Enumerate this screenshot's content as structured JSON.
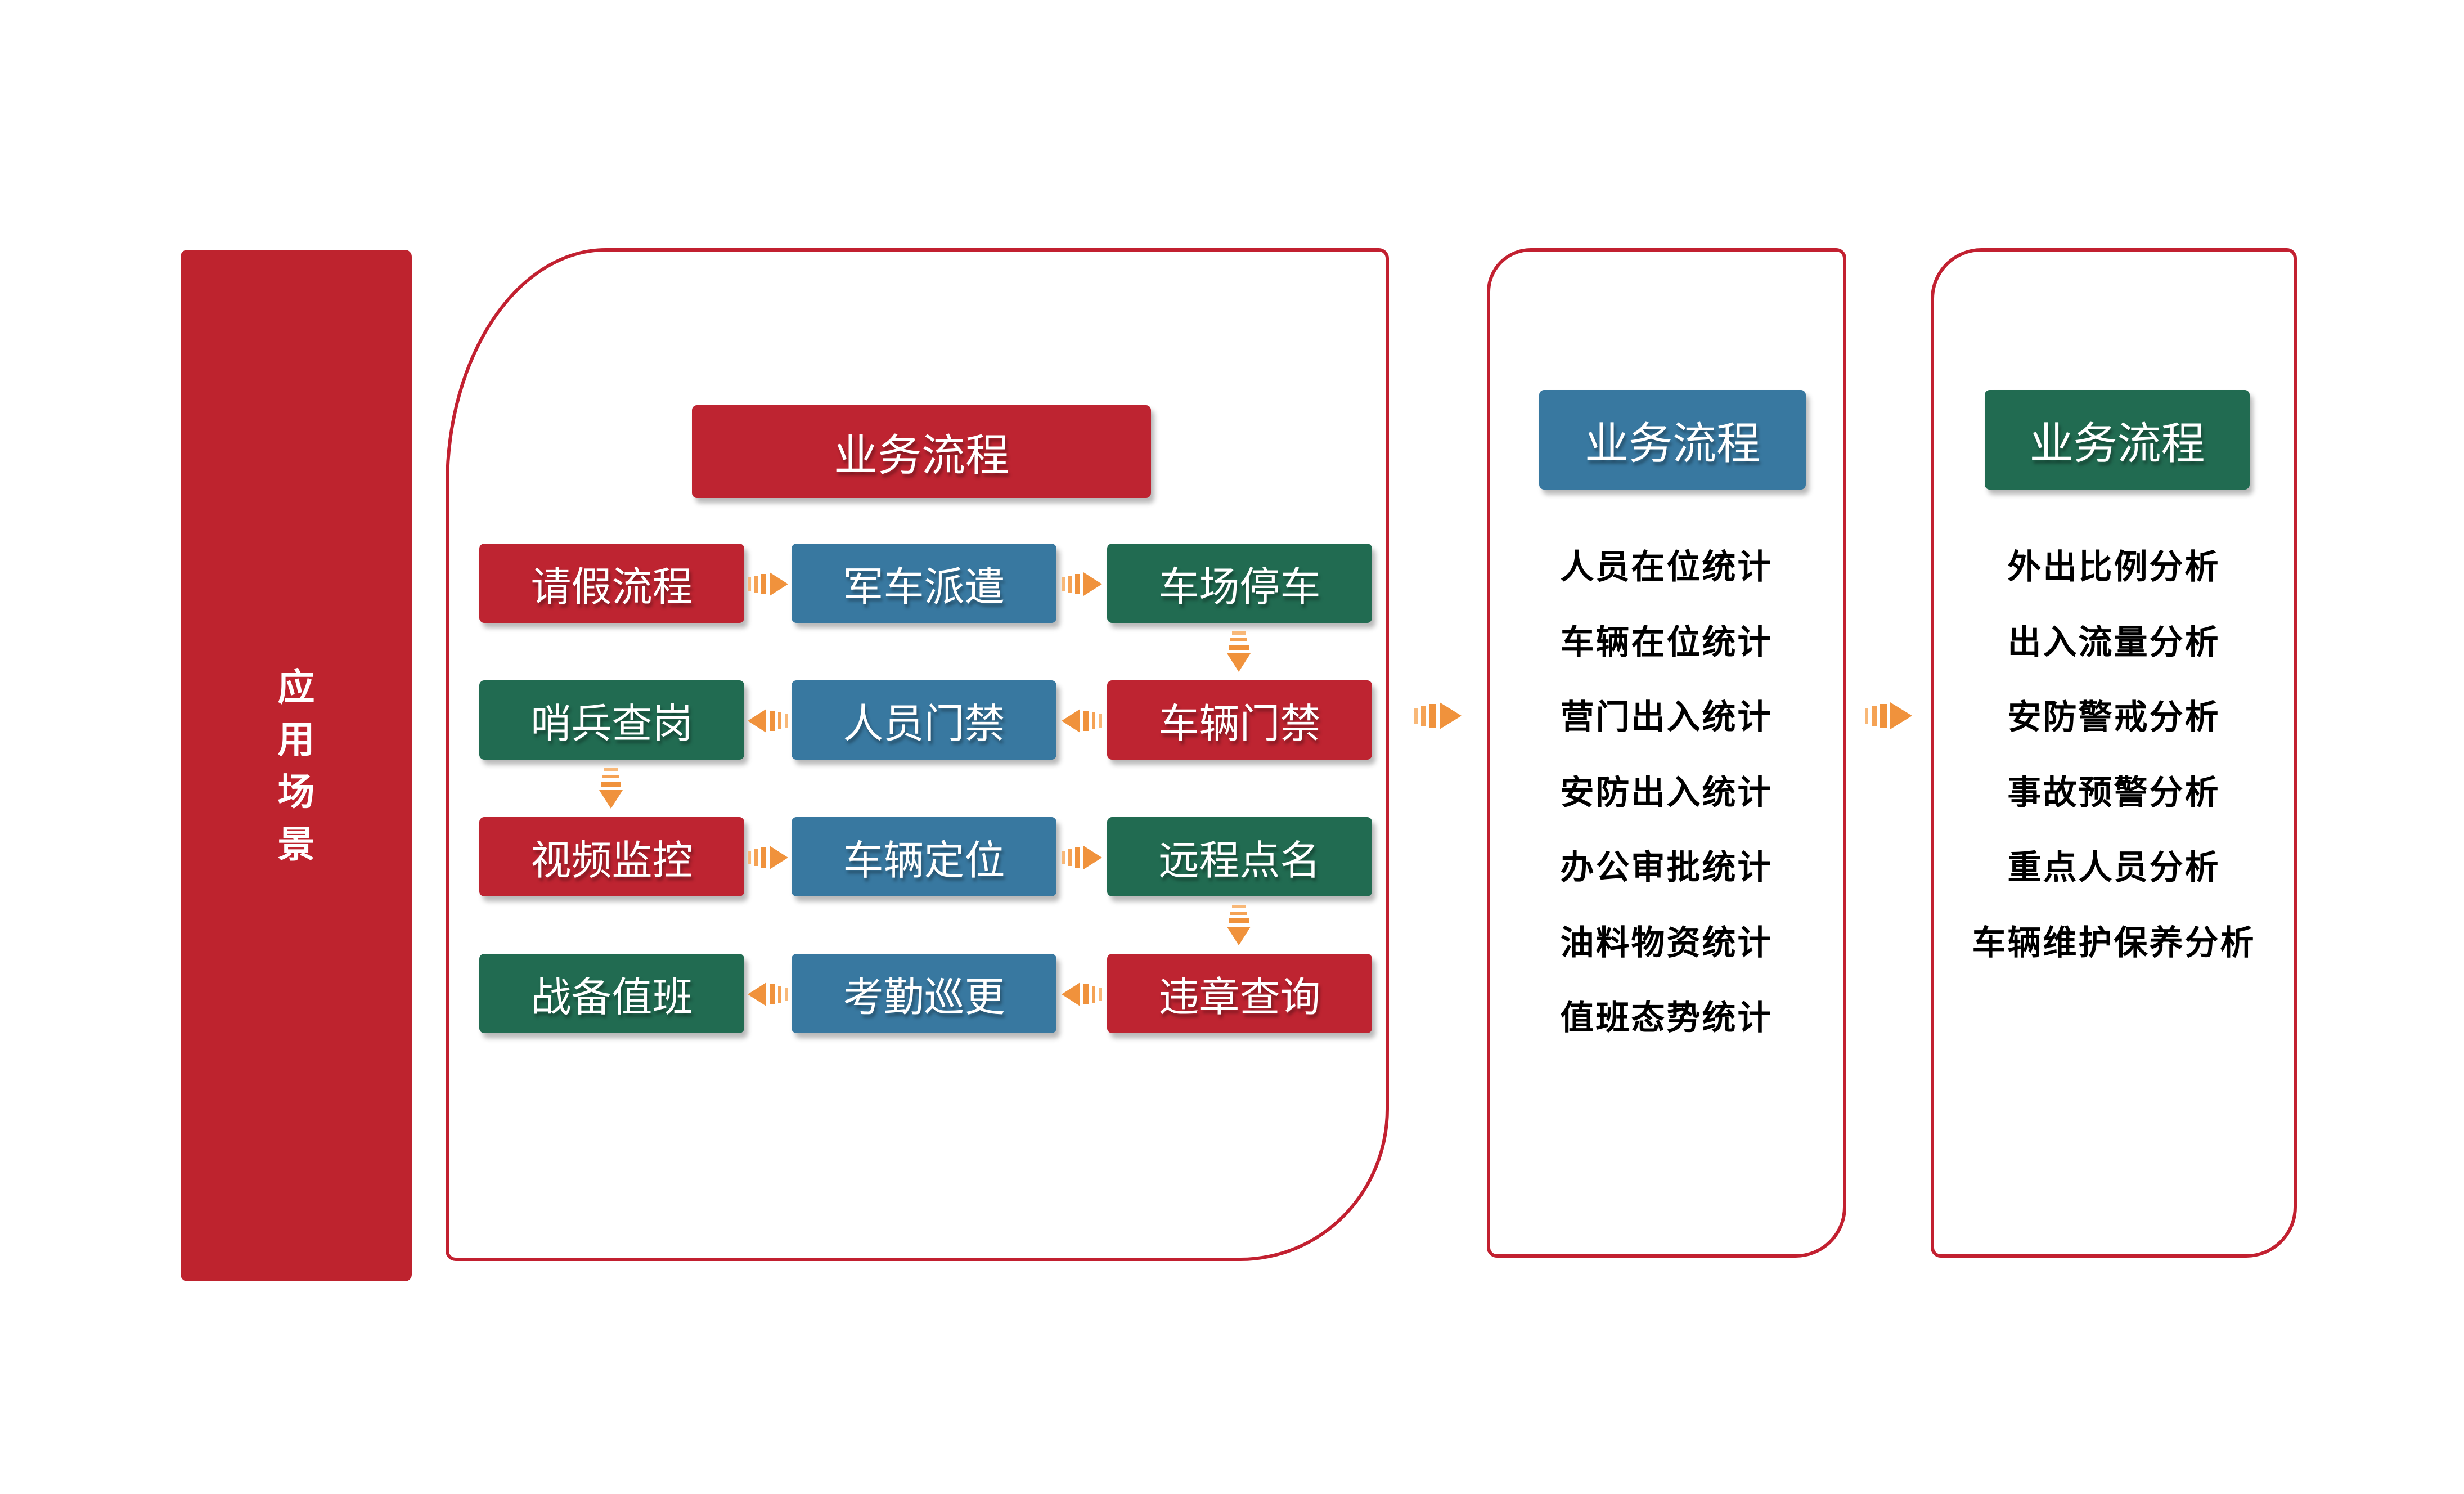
{
  "palette": {
    "red": "#be2431",
    "blue": "#3878a0",
    "green": "#216b51",
    "orange": "#f0923c",
    "border_red": "#c22030",
    "banner_red": "#be232e",
    "text_black": "#000000",
    "box_text_white": "#ffffff"
  },
  "left_bar": {
    "label": "应用场景",
    "chars": [
      "应",
      "用",
      "场",
      "景"
    ]
  },
  "main_panel": {
    "header": "业务流程",
    "boxes": [
      {
        "label": "请假流程",
        "color": "red"
      },
      {
        "label": "军车派遣",
        "color": "blue"
      },
      {
        "label": "车场停车",
        "color": "green"
      },
      {
        "label": "哨兵查岗",
        "color": "green"
      },
      {
        "label": "人员门禁",
        "color": "blue"
      },
      {
        "label": "车辆门禁",
        "color": "red"
      },
      {
        "label": "视频监控",
        "color": "red"
      },
      {
        "label": "车辆定位",
        "color": "blue"
      },
      {
        "label": "远程点名",
        "color": "green"
      },
      {
        "label": "战备值班",
        "color": "green"
      },
      {
        "label": "考勤巡更",
        "color": "blue"
      },
      {
        "label": "违章查询",
        "color": "red"
      }
    ],
    "row_flow_directions": [
      "right",
      "left",
      "right",
      "left"
    ]
  },
  "stats_panel": {
    "header": "业务流程",
    "items": [
      "人员在位统计",
      "车辆在位统计",
      "营门出入统计",
      "安防出入统计",
      "办公审批统计",
      "油料物资统计",
      "值班态势统计"
    ]
  },
  "analysis_panel": {
    "header": "业务流程",
    "items": [
      "外出比例分析",
      "出入流量分析",
      "安防警戒分析",
      "事故预警分析",
      "重点人员分析",
      "车辆维护保养分析"
    ]
  }
}
